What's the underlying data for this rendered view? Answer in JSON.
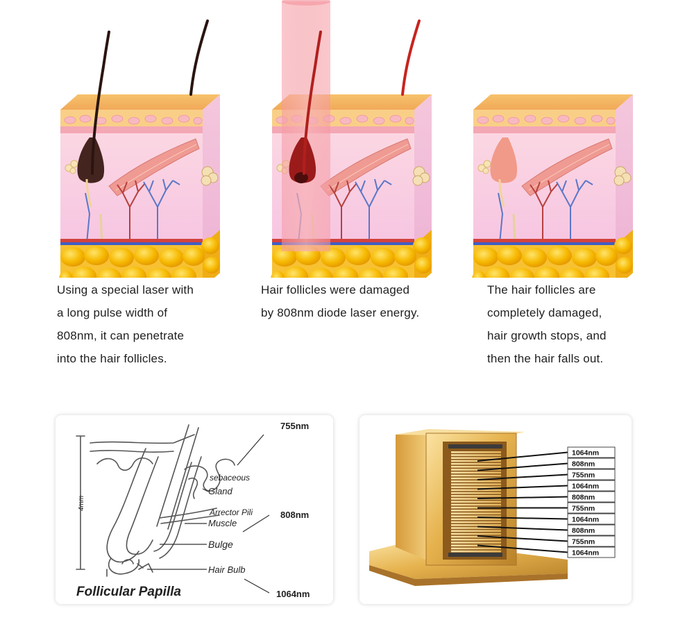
{
  "captions": {
    "step1": [
      "Using a special laser with",
      "a long pulse width of",
      "808nm, it can penetrate",
      "into the hair follicles."
    ],
    "step2": [
      "Hair follicles were damaged",
      "by 808nm diode laser energy."
    ],
    "step3": [
      "The hair follicles are",
      "completely damaged,",
      "hair growth stops, and",
      "then the hair falls out."
    ]
  },
  "diagram": {
    "title": "Follicular Papilla",
    "scale_label": "4mm",
    "labels": {
      "sebaceous": "sebaceous",
      "gland": "Gland",
      "arrector": "Arrector Pili",
      "muscle": "Muscle",
      "bulge": "Bulge",
      "hair_bulb": "Hair Bulb"
    },
    "wavelengths": {
      "top": "755nm",
      "middle": "808nm",
      "bottom": "1064nm"
    }
  },
  "laser_stack": {
    "labels": [
      "1064nm",
      "808nm",
      "755nm",
      "1064nm",
      "808nm",
      "755nm",
      "1064nm",
      "808nm",
      "755nm",
      "1064nm"
    ]
  }
}
